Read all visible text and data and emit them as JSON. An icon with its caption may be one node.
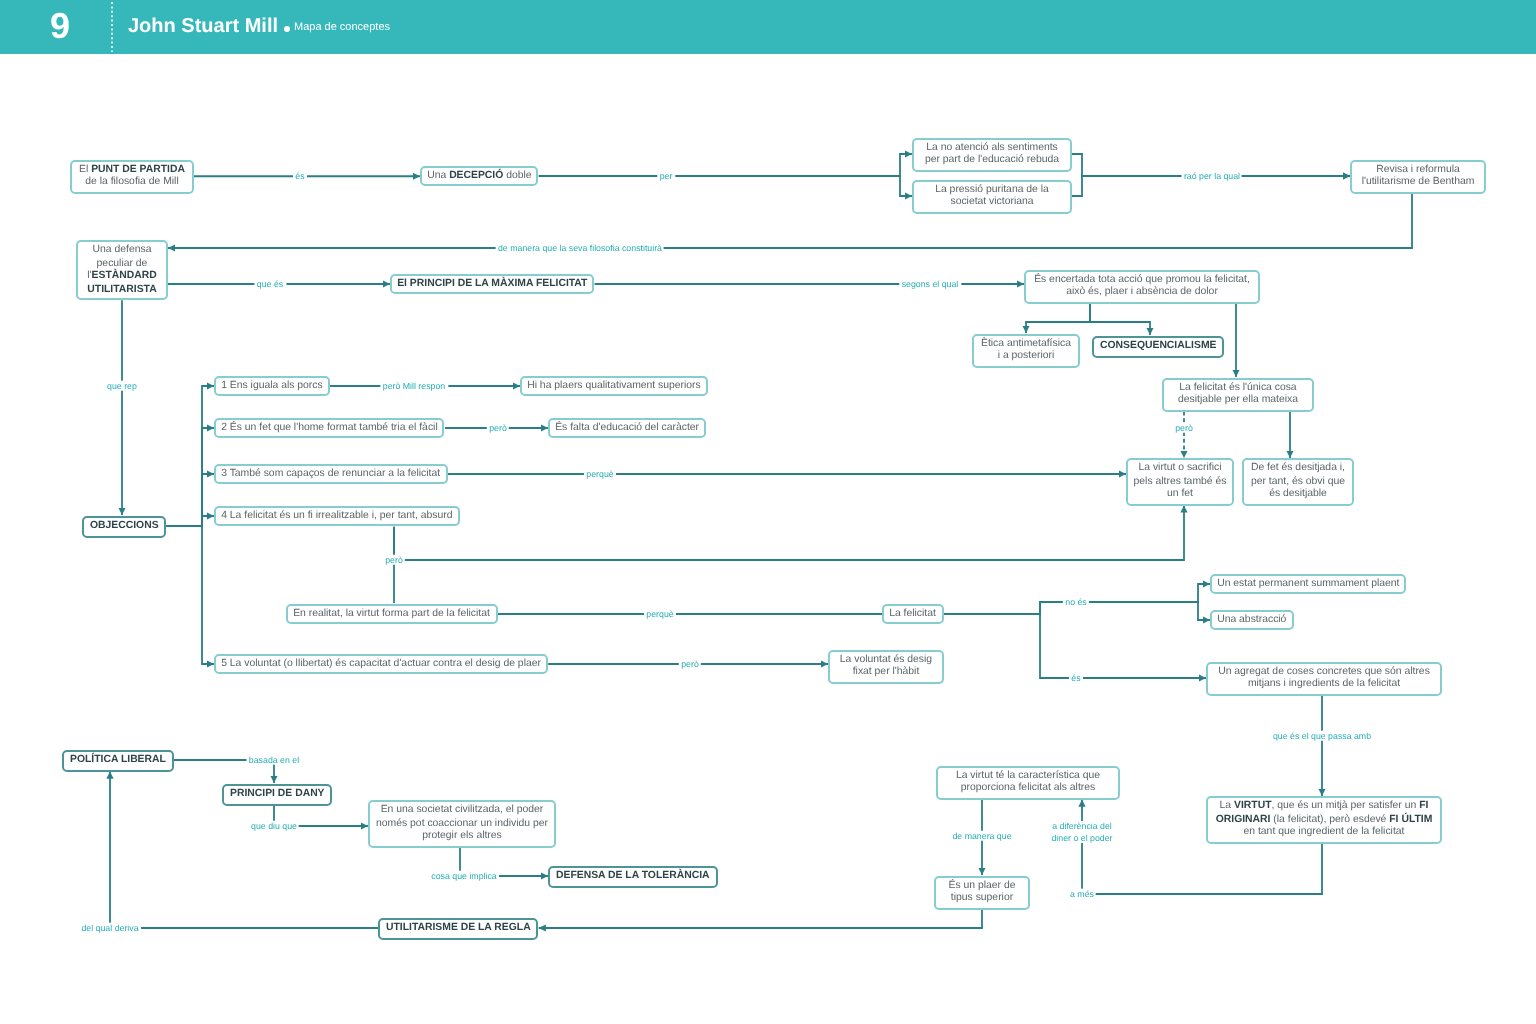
{
  "diagram": {
    "title": "John Stuart Mill",
    "nodes": [
      {
        "text": [
          "El **PUNT DE PARTIDA** de la filosofia de Mill"
        ]
      },
      {
        "text": [
          "Una **DECEPCIÓ** doble"
        ]
      },
      {
        "text": [
          "La no atenció als sentiments per part de l'educació rebuda"
        ]
      },
      {
        "text": [
          "La pressió puritana de la societat victoriana"
        ]
      },
      {
        "text": [
          "Revisa i reformula l'utilitarisme de Bentham"
        ]
      },
      {
        "text": [
          "Una defensa peculiar de l'**ESTÀNDARD UTILITARISTA**"
        ]
      },
      {
        "text": [
          "El PRINCIPI DE LA MÀXIMA FELICITAT"
        ]
      },
      {
        "text": [
          "És encertada tota acció que promou la felicitat, això és, plaer i absència de dolor"
        ]
      },
      {
        "text": [
          "Ètica antimetafísica i a posteriori"
        ]
      },
      {
        "text": [
          "CONSEQUENCIALISME"
        ]
      },
      {
        "text": [
          "1 Ens iguala als porcs"
        ]
      },
      {
        "text": [
          "Hi ha plaers qualitativament superiors"
        ]
      },
      {
        "text": [
          "La felicitat és l'única cosa desitjable per ella mateixa"
        ]
      },
      {
        "text": [
          "2 És un fet que l'home format també tria el fàcil"
        ]
      },
      {
        "text": [
          "És falta d'educació del caràcter"
        ]
      },
      {
        "text": [
          "3 També som capaços de renunciar a la felicitat"
        ]
      },
      {
        "text": [
          "La virtut o sacrifici pels altres també és un fet"
        ]
      },
      {
        "text": [
          "De fet és desitjada i, per tant, és obvi que és desitjable"
        ]
      },
      {
        "text": [
          "OBJECCIONS"
        ]
      },
      {
        "text": [
          "4 La felicitat és un fi irrealitzable i, per tant, absurd"
        ]
      },
      {
        "text": [
          "Un estat permanent summament plaent"
        ]
      },
      {
        "text": [
          "En realitat, la virtut forma part de la felicitat"
        ]
      },
      {
        "text": [
          "La felicitat"
        ]
      },
      {
        "text": [
          "Una abstracció"
        ]
      },
      {
        "text": [
          "5 La voluntat (o llibertat) és capacitat d'actuar contra el desig de plaer"
        ]
      },
      {
        "text": [
          "La voluntat és desig fixat per l'hàbit"
        ]
      },
      {
        "text": [
          "Un agregat de coses concretes que són altres mitjans i ingredients de la felicitat"
        ]
      },
      {
        "text": [
          "POLÍTICA LIBERAL"
        ]
      },
      {
        "text": [
          "La virtut té la característica que proporciona felicitat als altres"
        ]
      },
      {
        "text": [
          "PRINCIPI DE DANY"
        ]
      },
      {
        "text": [
          "En una societat civilitzada, el poder només pot coaccionar un individu per protegir els altres"
        ]
      },
      {
        "text": [
          "La **VIRTUT**, que és un mitjà per satisfer un **FI ORIGINARI** (la felicitat), però esdevé **FI ÚLTIM** en tant que ingredient de la felicitat"
        ]
      },
      {
        "text": [
          "DEFENSA DE LA TOLERÀNCIA"
        ]
      },
      {
        "text": [
          "És un plaer de tipus superior"
        ]
      },
      {
        "text": [
          "UTILITARISME DE LA REGLA"
        ]
      }
    ],
    "edges": [
      {
        "from": 0,
        "to": 1,
        "arrow": "to",
        "label": "és"
      },
      {
        "from": 1,
        "to": 2,
        "arrow": "to",
        "label": "per"
      },
      {
        "from": 1,
        "to": 3,
        "arrow": "to"
      },
      {
        "from": 2,
        "to": 4,
        "arrow": "to",
        "label": "raó per la qual"
      },
      {
        "from": 3,
        "to": 4,
        "arrow": "to"
      },
      {
        "from": 4,
        "to": 5,
        "arrow": "to",
        "label": "de manera que la seva filosofia constituirà"
      },
      {
        "from": 5,
        "to": 6,
        "arrow": "to",
        "label": "que és"
      },
      {
        "from": 6,
        "to": 7,
        "arrow": "to",
        "label": "segons el qual"
      },
      {
        "from": 7,
        "to": 8,
        "arrow": "to"
      },
      {
        "from": 7,
        "to": 9,
        "arrow": "to"
      },
      {
        "from": 7,
        "to": 12,
        "arrow": "to"
      },
      {
        "from": 12,
        "to": 16,
        "arrow": "to",
        "label": "però",
        "style": "dashed"
      },
      {
        "from": 12,
        "to": 17,
        "arrow": "to"
      },
      {
        "from": 5,
        "to": 18,
        "arrow": "to",
        "label": "que rep"
      },
      {
        "from": 18,
        "to": 10,
        "arrow": "to"
      },
      {
        "from": 18,
        "to": 13,
        "arrow": "to"
      },
      {
        "from": 18,
        "to": 15,
        "arrow": "to"
      },
      {
        "from": 18,
        "to": 19,
        "arrow": "to"
      },
      {
        "from": 18,
        "to": 24,
        "arrow": "to"
      },
      {
        "from": 10,
        "to": 11,
        "arrow": "to",
        "label": "però Mill respon"
      },
      {
        "from": 13,
        "to": 14,
        "arrow": "to",
        "label": "però"
      },
      {
        "from": 15,
        "to": 16,
        "arrow": "to",
        "label": "perquè"
      },
      {
        "from": 19,
        "to": 16,
        "arrow": "to",
        "label": "però"
      },
      {
        "from": 19,
        "to": 21,
        "arrow": "none"
      },
      {
        "from": 21,
        "to": 22,
        "arrow": "none",
        "label": "perquè"
      },
      {
        "from": 22,
        "to": 20,
        "arrow": "to",
        "label": "no és"
      },
      {
        "from": 22,
        "to": 23,
        "arrow": "to"
      },
      {
        "from": 22,
        "to": 26,
        "arrow": "to",
        "label": "és"
      },
      {
        "from": 24,
        "to": 25,
        "arrow": "to",
        "label": "però"
      },
      {
        "from": 26,
        "to": 31,
        "arrow": "to",
        "label": "que és el que passa amb"
      },
      {
        "from": 31,
        "to": 28,
        "arrow": "to",
        "label": "a més"
      },
      {
        "from": 28,
        "to": 33,
        "arrow": "to",
        "label": "de manera que"
      },
      {
        "from": 33,
        "to": 34,
        "arrow": "to"
      },
      {
        "from": 34,
        "to": 27,
        "arrow": "to",
        "label": "del qual deriva"
      },
      {
        "from": 27,
        "to": 29,
        "arrow": "to",
        "label": "basada en el"
      },
      {
        "from": 29,
        "to": 30,
        "arrow": "to",
        "label": "que diu que"
      },
      {
        "from": 30,
        "to": 32,
        "arrow": "to",
        "label": "cosa que implica"
      }
    ],
    "labels": [
      "9",
      "Mapa de conceptes",
      "a diferència del diner o el poder"
    ]
  }
}
